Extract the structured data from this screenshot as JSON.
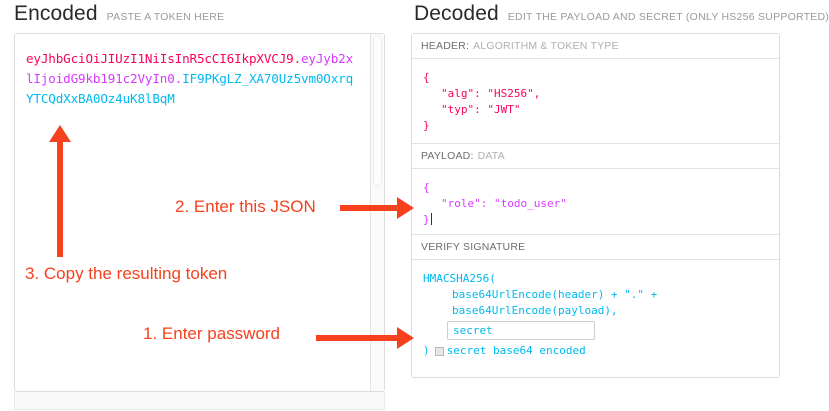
{
  "encoded": {
    "title": "Encoded",
    "subtitle": "PASTE A TOKEN HERE",
    "token": {
      "header_part": "eyJhbGciOiJIUzI1NiIsInR5cCI6IkpXVCJ9",
      "dot1": ".",
      "payload_part": "eyJyb2xlIjoidG9kb191c2VyIn0",
      "dot2": ".",
      "signature_part": "IF9PKgLZ_XA70Uz5vm0OxrqYTCQdXxBA0Oz4uK8lBqM"
    },
    "colors": {
      "header": "#fb015b",
      "payload": "#d63aff",
      "signature": "#00b9f1"
    }
  },
  "decoded": {
    "title": "Decoded",
    "subtitle": "EDIT THE PAYLOAD AND SECRET (ONLY HS256 SUPPORTED)",
    "sections": {
      "header": {
        "label": "HEADER:",
        "sublabel": "ALGORITHM & TOKEN TYPE",
        "lines": [
          "{",
          "\"alg\": \"HS256\",",
          "\"typ\": \"JWT\"",
          "}"
        ]
      },
      "payload": {
        "label": "PAYLOAD:",
        "sublabel": "DATA",
        "lines": [
          "{",
          "\"role\": \"todo_user\"",
          "}"
        ]
      },
      "signature": {
        "label": "VERIFY SIGNATURE",
        "sublabel": "",
        "line1": "HMACSHA256(",
        "line2": "base64UrlEncode(header) + \".\" +",
        "line3": "base64UrlEncode(payload),",
        "secret_value": "secret",
        "secret_placeholder": "secret",
        "close_paren": ")",
        "base64_label": "secret base64 encoded",
        "base64_checked": false
      }
    }
  },
  "annotations": {
    "step1": "1. Enter password",
    "step2": "2. Enter this JSON",
    "step3": "3. Copy the resulting token",
    "color": "#f5411e"
  }
}
